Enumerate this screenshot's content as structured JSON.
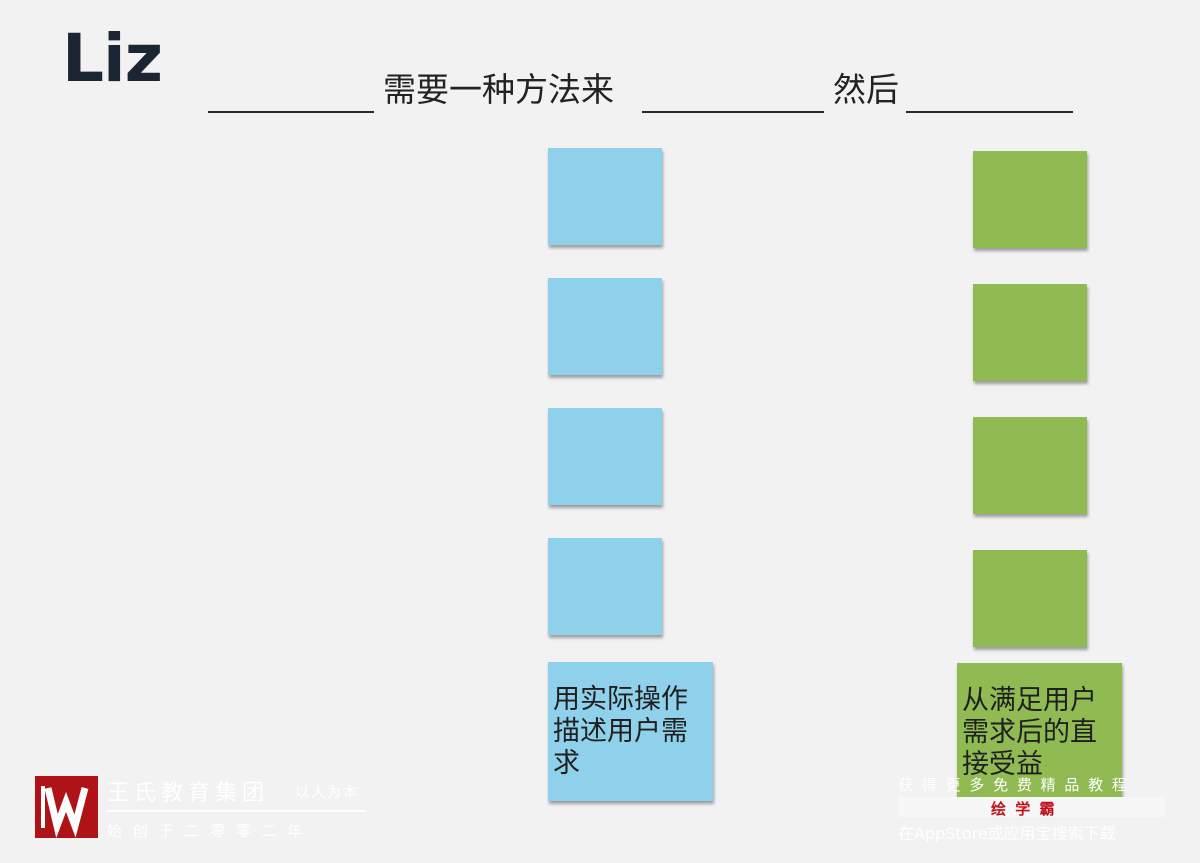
{
  "header": {
    "name": "Liz",
    "need_text": "需要一种方法来",
    "then_text": "然后"
  },
  "columns": {
    "blue_last_note": "用实际操作描述用户需求",
    "green_last_note": "从满足用户需求后的直接受益"
  },
  "watermark": {
    "org_name": "王氏教育集团",
    "slogan": "以人为本",
    "founded": "始 创 于 二 零 零 二 年",
    "promo_top": "获 得 更 多 免 费 精 品 教 程",
    "promo_app": "绘 学 霸",
    "promo_bottom": "在AppStore或应用宝搜索下载"
  },
  "colors": {
    "blue_note": "#8fd0ea",
    "green_note": "#8fbb52",
    "logo_red": "#b01317"
  }
}
